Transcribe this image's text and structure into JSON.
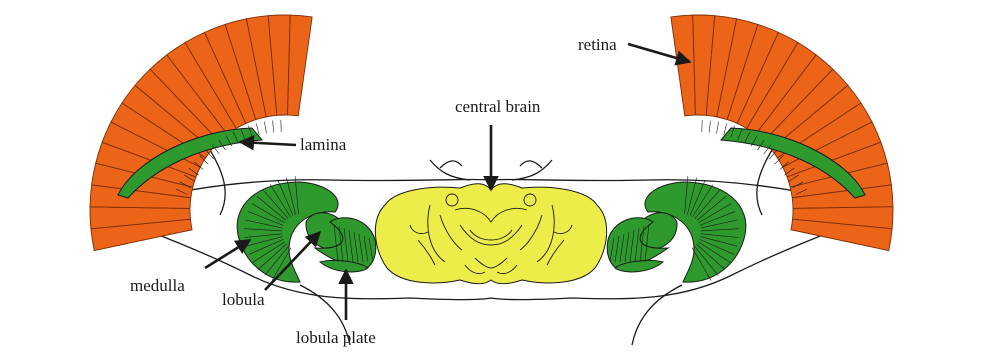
{
  "diagram": {
    "labels": {
      "retina": "retina",
      "lamina": "lamina",
      "central_brain": "central brain",
      "medulla": "medulla",
      "lobula": "lobula",
      "lobula_plate": "lobula plate"
    },
    "colors": {
      "retina": "#ec6418",
      "neuropil": "#2e9a2e",
      "central_brain": "#eded4a",
      "outline": "#1a1a1a",
      "background": "#ffffff"
    }
  }
}
